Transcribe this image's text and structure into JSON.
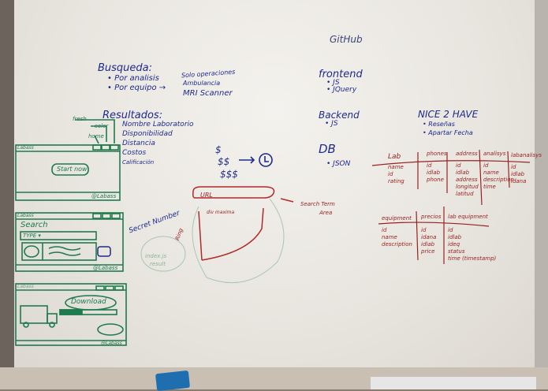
{
  "board": {
    "github": "GitHub",
    "busqueda": {
      "title": "Busqueda:",
      "items": [
        "• Por analisis",
        "• Por equipo →"
      ],
      "sub": [
        "Solo operaciones",
        "Ambulancia",
        "MRI Scanner"
      ]
    },
    "resultados": {
      "title": "Resultados:",
      "items": [
        "Nombre Laboratorio",
        "Disponibilidad",
        "Distancia",
        "Costos",
        "Calificación"
      ]
    },
    "prices": [
      "$",
      "$$",
      "$$$"
    ],
    "stack": {
      "frontend": {
        "title": "frontend",
        "items": [
          "• JS",
          "• JQuery"
        ]
      },
      "backend": {
        "title": "Backend",
        "items": [
          "• JS"
        ]
      },
      "db": {
        "title": "DB",
        "items": [
          "• JSON"
        ]
      }
    },
    "nice": {
      "title": "NICE 2 HAVE",
      "items": [
        "• Reseñas",
        "• Apartar Fecha"
      ]
    },
    "tables_top": [
      {
        "name": "Lab",
        "fields": [
          "name",
          "id",
          "rating"
        ]
      },
      {
        "name": "phones",
        "fields": [
          "id",
          "idlab",
          "phone"
        ]
      },
      {
        "name": "address",
        "fields": [
          "id",
          "idlab",
          "address",
          "longitud",
          "latitud"
        ]
      },
      {
        "name": "analisys",
        "fields": [
          "id",
          "name",
          "description",
          "time"
        ]
      },
      {
        "name": "labanalisys",
        "fields": [
          "id",
          "idlab",
          "idana"
        ]
      }
    ],
    "tables_bottom": [
      {
        "name": "equipment",
        "fields": [
          "id",
          "name",
          "description"
        ]
      },
      {
        "name": "precios",
        "fields": [
          "id",
          "idana",
          "idlab",
          "price"
        ]
      },
      {
        "name": "lab equipment",
        "fields": [
          "id",
          "idlab",
          "ideq",
          "status",
          "time (timestamp)"
        ]
      }
    ],
    "sketches": {
      "landing": {
        "logo": "Labass",
        "button": "Start now",
        "footer": "@Labass",
        "notes": [
          "fresh",
          "color",
          "home"
        ]
      },
      "search": {
        "logo": "Labass",
        "title": "Search",
        "dropdown": "TYPE ▾",
        "footer": "@Labass"
      },
      "download": {
        "logo": "Labass",
        "button": "Download",
        "footer": "@Labass"
      }
    },
    "wireframe": {
      "url": "URL",
      "div": "div maxima",
      "search_area": [
        "Search Term",
        "Area"
      ],
      "secret": "Secret Number",
      "ring": "Ring",
      "index": [
        "index.js",
        "result"
      ]
    }
  },
  "colors": {
    "blue_marker": "#1e2a8c",
    "red_marker": "#9a2020",
    "green_marker": "#1f7a4d",
    "eraser": "#1f6fb0"
  }
}
